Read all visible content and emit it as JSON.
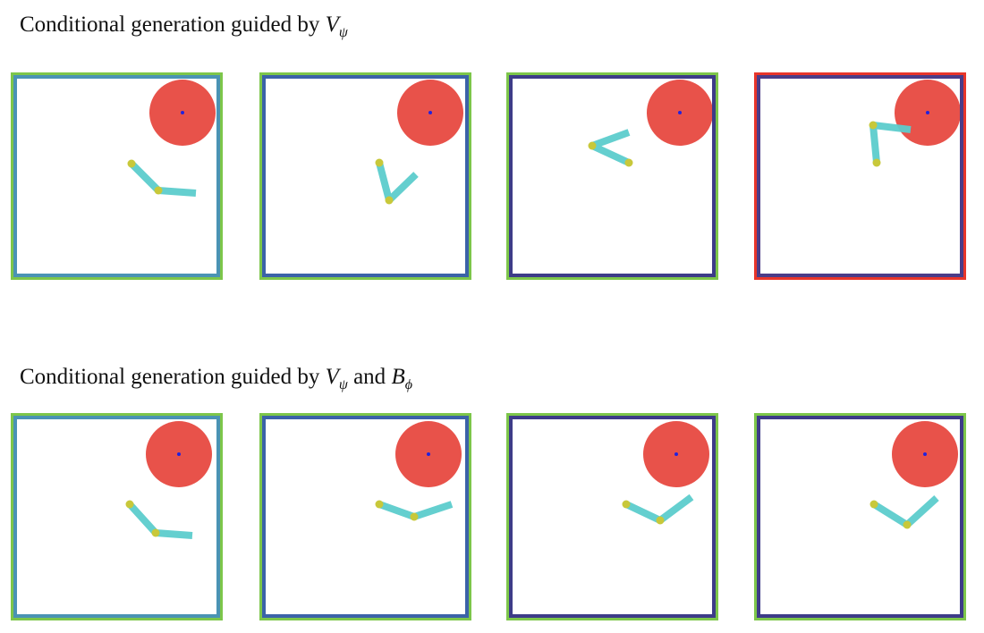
{
  "rows": [
    {
      "title_text": "Conditional generation guided by ",
      "var1": "V",
      "sub1": "ψ",
      "conj": "",
      "var2": "",
      "sub2": "",
      "panels": [
        {
          "outer_color": "#7dc64a",
          "inner_color": "#4a93b4"
        },
        {
          "outer_color": "#7dc64a",
          "inner_color": "#3b62a8"
        },
        {
          "outer_color": "#7dc64a",
          "inner_color": "#3d3b88"
        },
        {
          "outer_color": "#e8352a",
          "inner_color": "#4b3c88"
        }
      ]
    },
    {
      "title_text": "Conditional generation guided by ",
      "var1": "V",
      "sub1": "ψ",
      "conj": " and ",
      "var2": "B",
      "sub2": "ϕ",
      "panels": [
        {
          "outer_color": "#7dc64a",
          "inner_color": "#4a93b4"
        },
        {
          "outer_color": "#7dc64a",
          "inner_color": "#3b62a8"
        },
        {
          "outer_color": "#7dc64a",
          "inner_color": "#3d3b88"
        },
        {
          "outer_color": "#7dc64a",
          "inner_color": "#3d3b88"
        }
      ]
    }
  ],
  "colors": {
    "target": "#e8524a",
    "target_center": "#2222dd",
    "arm": "#5ccccc",
    "joint": "#c8c83a"
  }
}
